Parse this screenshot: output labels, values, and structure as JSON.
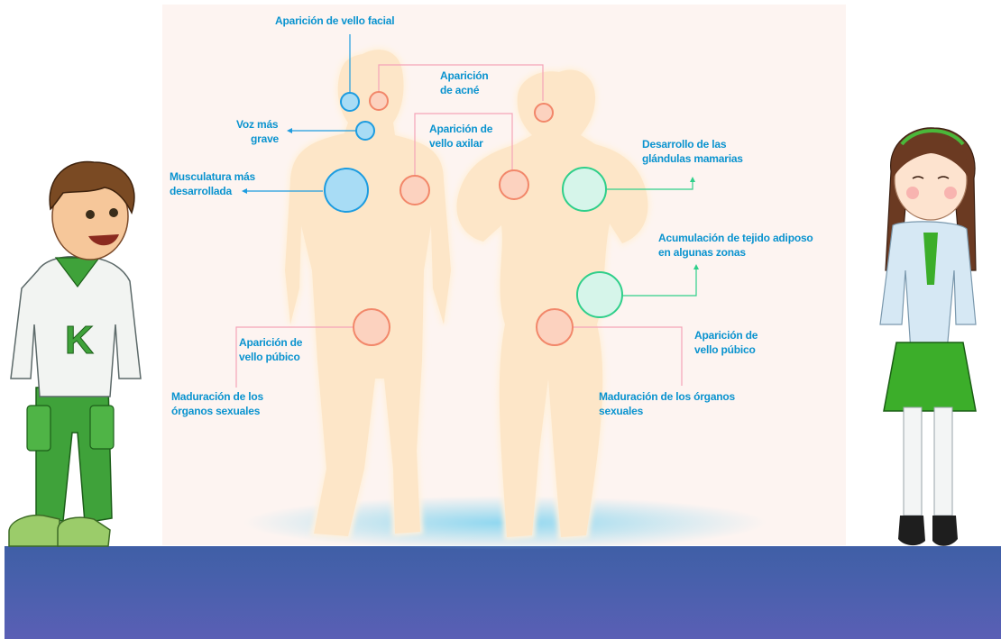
{
  "labels": {
    "vello_facial": "Aparición de vello facial",
    "acne_1": "Aparición",
    "acne_2": "de acné",
    "voz_1": "Voz más",
    "voz_2": "grave",
    "axilar_1": "Aparición de",
    "axilar_2": "vello axilar",
    "musculatura_1": "Musculatura más",
    "musculatura_2": "desarrollada",
    "mamarias_1": "Desarrollo de las",
    "mamarias_2": "glándulas mamarias",
    "adiposo_1": "Acumulación de tejido adiposo",
    "adiposo_2": "en  algunas zonas",
    "pubico_m_1": "Aparición de",
    "pubico_m_2": "vello púbico",
    "organos_m_1": "Maduración de los",
    "organos_m_2": "órganos sexuales",
    "pubico_f_1": "Aparición de",
    "pubico_f_2": "vello púbico",
    "organos_f_1": "Maduración de los órganos",
    "organos_f_2": "sexuales"
  },
  "colors": {
    "label_text": "#0a93cf",
    "male_marker": "#1d9ce0",
    "pink_marker": "#f2876a",
    "green_marker": "#2fcf8a",
    "body_fill": "#fde6c8",
    "floor": "#4a60ad"
  },
  "characters": {
    "boy_shirt_letter": "K"
  }
}
